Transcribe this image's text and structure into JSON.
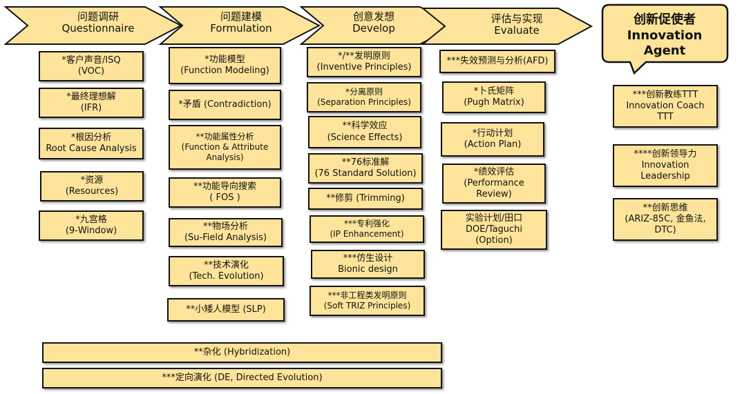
{
  "colors": {
    "fill": "#fde49a",
    "stroke": "#111111"
  },
  "phases": [
    {
      "zh": "问题调研",
      "en": "Questionnaire"
    },
    {
      "zh": "问题建模",
      "en": "Formulation"
    },
    {
      "zh": "创意发想",
      "en": "Develop"
    },
    {
      "zh": "评估与实现",
      "en": "Evaluate"
    }
  ],
  "agent": {
    "zh": "创新促使者",
    "en1": "Innovation",
    "en2": "Agent"
  },
  "col1": [
    "*客户声音/ISQ\n(VOC)",
    "*最终理想解\n(IFR)",
    "*根因分析\nRoot Cause Analysis",
    "*资源\n(Resources)",
    "*九宫格\n(9-Window)"
  ],
  "col2": [
    "*功能模型\n(Function Modeling)",
    "*矛盾 (Contradiction)",
    "**功能属性分析\n(Function & Attribute\nAnalysis)",
    "**功能导向搜索\n( FOS )",
    "**物场分析\n(Su-Field Analysis)",
    "**技术演化\n(Tech. Evolution)",
    "**小矮人模型 (SLP)"
  ],
  "col3": [
    "*/**发明原则\n(Inventive Principles)",
    "*分离原则\n(Separation Principles)",
    "**科学效应\n(Science Effects)",
    "**76标准解\n(76 Standard Solution)",
    "**修剪 (Trimming)",
    "***专利强化\n(IP Enhancement)",
    "***仿生设计\nBionic design",
    "***非工程类发明原则\n(Soft TRIZ Principles)"
  ],
  "col4": [
    "***失效预测与分析(AFD)",
    "*卜氏矩阵\n(Pugh Matrix)",
    "*行动计划\n(Action  Plan)",
    "*绩效评估\n(Performance\nReview)",
    "实验计划/田口\nDOE/Taguchi\n(Option)"
  ],
  "col5": [
    "***创新教练TTT\nInnovation Coach\nTTT",
    "****创新领导力\nInnovation\nLeadership",
    "**创新思维\n(ARIZ-85C, 金鱼法,\nDTC)"
  ],
  "bottom": [
    "**杂化 (Hybridization)",
    "***定向演化 (DE, Directed Evolution)"
  ]
}
